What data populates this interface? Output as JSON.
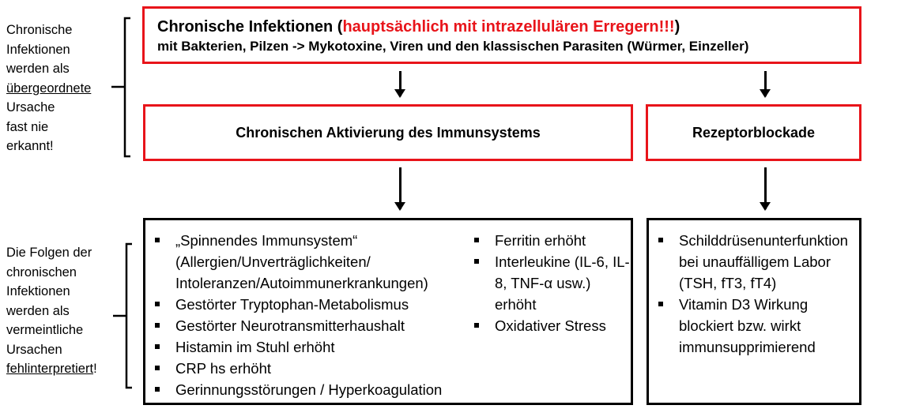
{
  "left_notes": {
    "top": [
      "Chronische",
      "Infektionen",
      "werden als",
      "übergeordnete",
      "Ursache",
      "fast nie",
      "erkannt!"
    ],
    "bottom": [
      "Die Folgen der",
      "chronischen",
      "Infektionen",
      "werden als",
      "vermeintliche",
      "Ursachen",
      "fehlinterpretiert",
      "!"
    ]
  },
  "top_box": {
    "title_black": "Chronische Infektionen (",
    "title_red": "hauptsächlich mit intrazellulären Erregern!!!",
    "title_close": ")",
    "subtitle": "mit Bakterien, Pilzen -> Mykotoxine, Viren und den klassischen Parasiten (Würmer, Einzeller)"
  },
  "middle": {
    "left": "Chronischen Aktivierung des Immunsystems",
    "right": "Rezeptorblockade"
  },
  "bottom_left": {
    "col1": [
      "„Spinnendes Immunsystem“ (Allergien/Unverträglichkeiten/ Intoleranzen/Autoimmunerkrankungen)",
      "Gestörter Tryptophan-Metabolismus",
      "Gestörter Neurotransmitterhaushalt",
      "Histamin im Stuhl erhöht",
      "CRP hs erhöht",
      "Gerinnungsstörungen / Hyperkoagulation"
    ],
    "col2": [
      "Ferritin erhöht",
      "Interleukine (IL-6, IL-8, TNF-α usw.) erhöht",
      "Oxidativer Stress"
    ]
  },
  "bottom_right": [
    "Schilddrüsenunterfunktion bei unauffälligem Labor (TSH, fT3, fT4)",
    "Vitamin D3 Wirkung blockiert bzw. wirkt immunsupprimierend"
  ],
  "colors": {
    "red": "#e8141a",
    "black": "#000000"
  }
}
